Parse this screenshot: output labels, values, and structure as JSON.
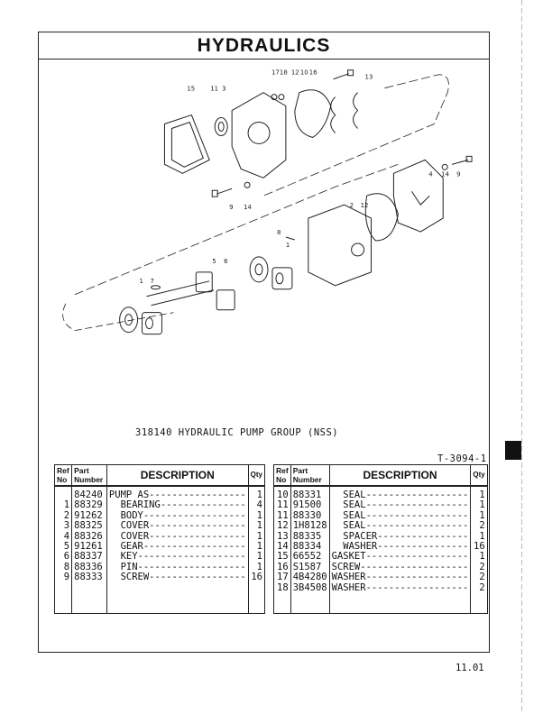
{
  "page": {
    "title": "HYDRAULICS",
    "caption": "318140 HYDRAULIC PUMP GROUP (NSS)",
    "figure_number": "T-3094-1",
    "page_number": "11.01"
  },
  "table_headers": {
    "ref_no": "Ref No",
    "part_number": "Part Number",
    "description": "DESCRIPTION",
    "qty": "Qty"
  },
  "diagram": {
    "callouts": [
      "17",
      "18",
      "12",
      "10",
      "16",
      "13",
      "15",
      "11",
      "3",
      "9",
      "14",
      "4",
      "14",
      "9",
      "2",
      "12",
      "8",
      "1",
      "5",
      "6",
      "1",
      "7"
    ]
  },
  "left_table": {
    "rows": [
      {
        "ref": "",
        "part": "84240",
        "desc": "PUMP AS-----------------",
        "qty": "1"
      },
      {
        "ref": "1",
        "part": "88329",
        "desc": "  BEARING---------------",
        "qty": "4"
      },
      {
        "ref": "2",
        "part": "91262",
        "desc": "  BODY------------------",
        "qty": "1"
      },
      {
        "ref": "3",
        "part": "88325",
        "desc": "  COVER-----------------",
        "qty": "1"
      },
      {
        "ref": "4",
        "part": "88326",
        "desc": "  COVER-----------------",
        "qty": "1"
      },
      {
        "ref": "5",
        "part": "91261",
        "desc": "  GEAR------------------",
        "qty": "1"
      },
      {
        "ref": "6",
        "part": "88337",
        "desc": "  KEY-------------------",
        "qty": "1"
      },
      {
        "ref": "8",
        "part": "88336",
        "desc": "  PIN-------------------",
        "qty": "1"
      },
      {
        "ref": "9",
        "part": "88333",
        "desc": "  SCREW-----------------",
        "qty": "16"
      }
    ]
  },
  "right_table": {
    "rows": [
      {
        "ref": "10",
        "part": "88331",
        "desc": "  SEAL------------------",
        "qty": "1"
      },
      {
        "ref": "11",
        "part": "91500",
        "desc": "  SEAL------------------",
        "qty": "1"
      },
      {
        "ref": "11",
        "part": "88330",
        "desc": "  SEAL------------------",
        "qty": "1"
      },
      {
        "ref": "12",
        "part": "1H8128",
        "desc": "  SEAL------------------",
        "qty": "2"
      },
      {
        "ref": "13",
        "part": "88335",
        "desc": "  SPACER----------------",
        "qty": "1"
      },
      {
        "ref": "14",
        "part": "88334",
        "desc": "  WASHER----------------",
        "qty": "16"
      },
      {
        "ref": "15",
        "part": "66552",
        "desc": "GASKET------------------",
        "qty": "1"
      },
      {
        "ref": "16",
        "part": "S1587",
        "desc": "SCREW-------------------",
        "qty": "2"
      },
      {
        "ref": "17",
        "part": "4B4280",
        "desc": "WASHER------------------",
        "qty": "2"
      },
      {
        "ref": "18",
        "part": "3B4508",
        "desc": "WASHER------------------",
        "qty": "2"
      }
    ]
  }
}
